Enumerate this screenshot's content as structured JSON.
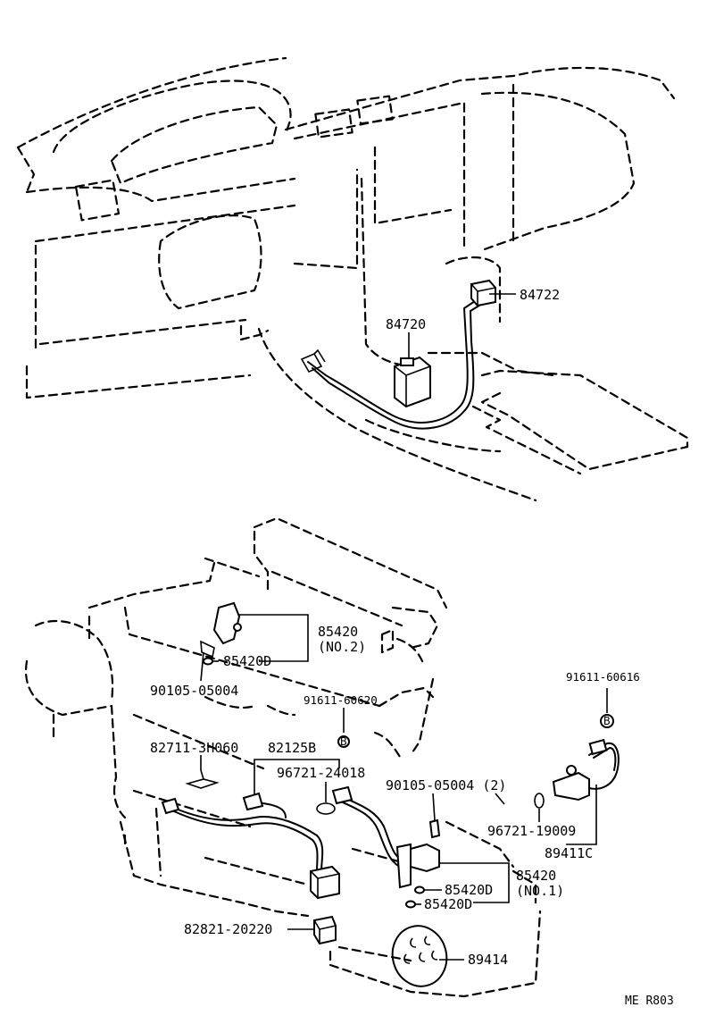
{
  "labels": {
    "p84722": "84722",
    "p84720": "84720",
    "p85420_no2": "85420",
    "no2": "(NO.2)",
    "p85420d_top": "85420D",
    "p90105_left": "90105-05004",
    "p91611_60620": "91611-60620",
    "p91611_60616": "91611-60616",
    "p82711": "82711-3H060",
    "p82125b": "82125B",
    "p96721_24018": "96721-24018",
    "p90105_right": "90105-05004 (2)",
    "p96721_19009": "96721-19009",
    "p89411c": "89411C",
    "p85420_no1": "85420",
    "no1": "(NO.1)",
    "p85420d_a": "85420D",
    "p85420d_b": "85420D",
    "p82821": "82821-20220",
    "p89414": "89414",
    "ref_code": "ME R803",
    "bolt_mark": "B"
  }
}
